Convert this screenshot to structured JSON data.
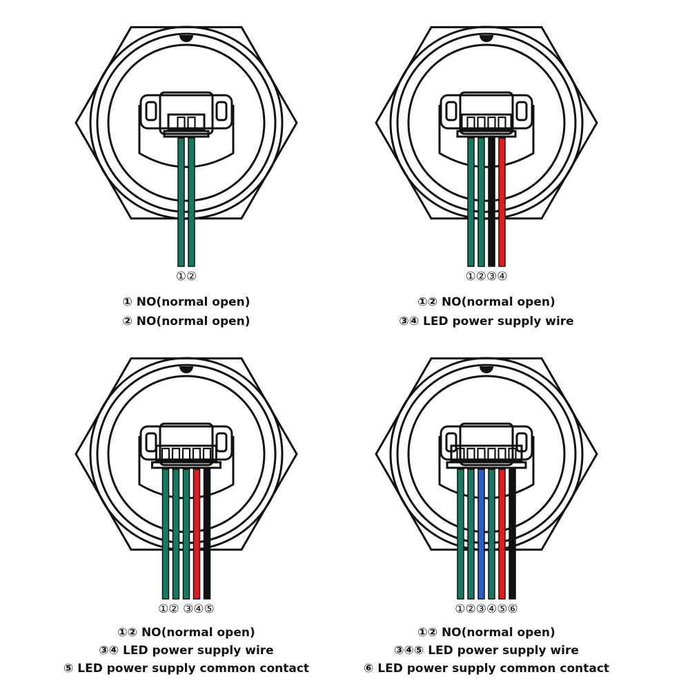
{
  "colors": {
    "outline": "#111111",
    "green": "#157a62",
    "black": "#111111",
    "red": "#e01b22",
    "blue": "#2b5fc4"
  },
  "panels": [
    {
      "wire_colors": [
        "green",
        "green"
      ],
      "wire_numbers": "①②",
      "legend": [
        "① NO(normal open)",
        "② NO(normal open)"
      ]
    },
    {
      "wire_colors": [
        "green",
        "green",
        "black",
        "red"
      ],
      "wire_numbers": "①②③④",
      "legend": [
        "①② NO(normal open)",
        "③④ LED power supply wire"
      ]
    },
    {
      "wire_colors": [
        "green",
        "green",
        "green",
        "red",
        "black"
      ],
      "wire_numbers": "①② ③④⑤",
      "legend": [
        "①② NO(normal open)",
        "③④ LED power supply wire",
        "⑤ LED power supply common contact"
      ]
    },
    {
      "wire_colors": [
        "green",
        "green",
        "blue",
        "green",
        "red",
        "black"
      ],
      "wire_numbers": "①②③④⑤⑥",
      "legend": [
        "①② NO(normal open)",
        "③④⑤ LED power supply wire",
        "⑥ LED power supply common contact"
      ]
    }
  ]
}
